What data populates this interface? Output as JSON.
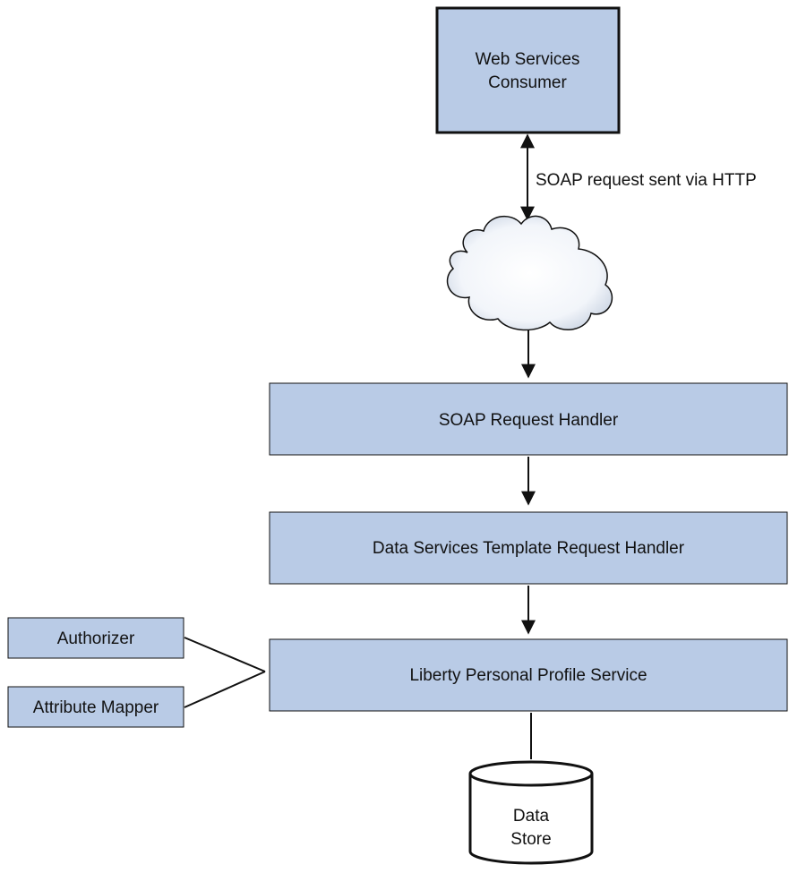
{
  "diagram": {
    "consumer": {
      "line1": "Web Services",
      "line2": "Consumer"
    },
    "soap_link_label": "SOAP request sent via HTTP",
    "soap_handler": "SOAP Request Handler",
    "template_handler": "Data Services Template Request Handler",
    "profile_service": "Liberty Personal Profile Service",
    "authorizer": "Authorizer",
    "attribute_mapper": "Attribute Mapper",
    "data_store": {
      "line1": "Data",
      "line2": "Store"
    }
  },
  "colors": {
    "box_fill": "#b9cbe6",
    "stroke": "#111111"
  }
}
